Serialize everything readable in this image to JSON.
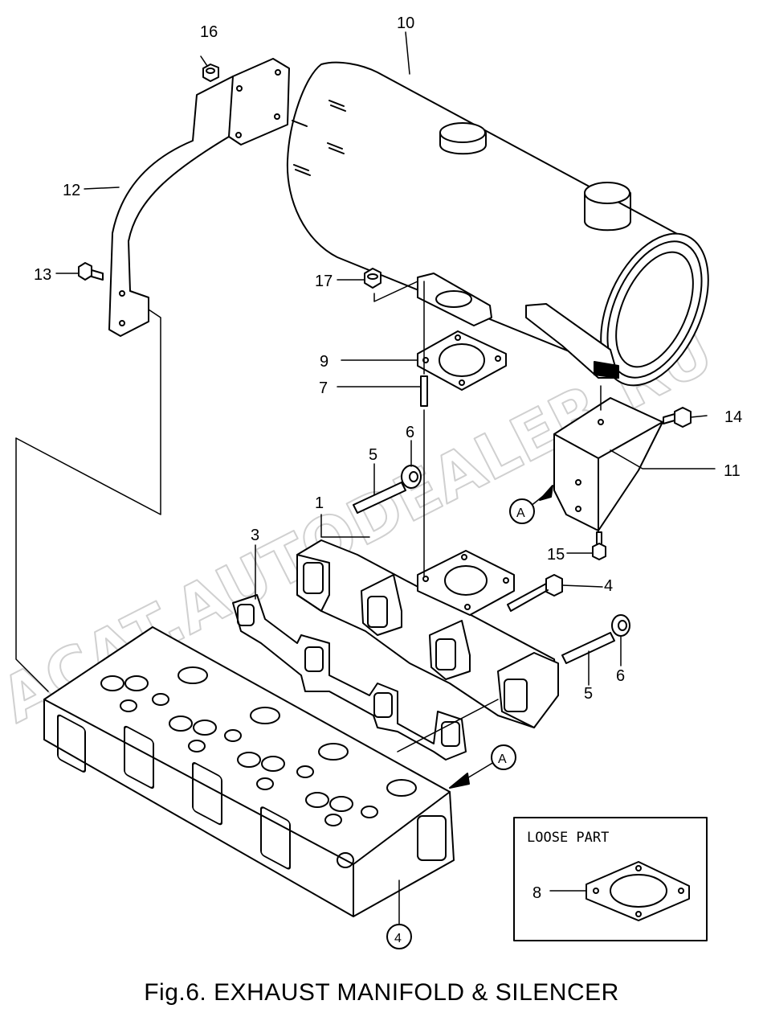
{
  "caption": "Fig.6.  EXHAUST MANIFOLD & SILENCER",
  "watermark": "ACAT.AUTODEALER.RU",
  "loose_part": {
    "title": "LOOSE PART",
    "item": "8"
  },
  "callouts": {
    "c1": "1",
    "c3": "3",
    "c4a": "4",
    "c4b": "4",
    "c5a": "5",
    "c5b": "5",
    "c6a": "6",
    "c6b": "6",
    "c7": "7",
    "c9": "9",
    "c10": "10",
    "c11": "11",
    "c12": "12",
    "c13": "13",
    "c14": "14",
    "c15": "15",
    "c16": "16",
    "c17": "17"
  },
  "ref_marks": {
    "a1": "A",
    "a2": "A"
  }
}
